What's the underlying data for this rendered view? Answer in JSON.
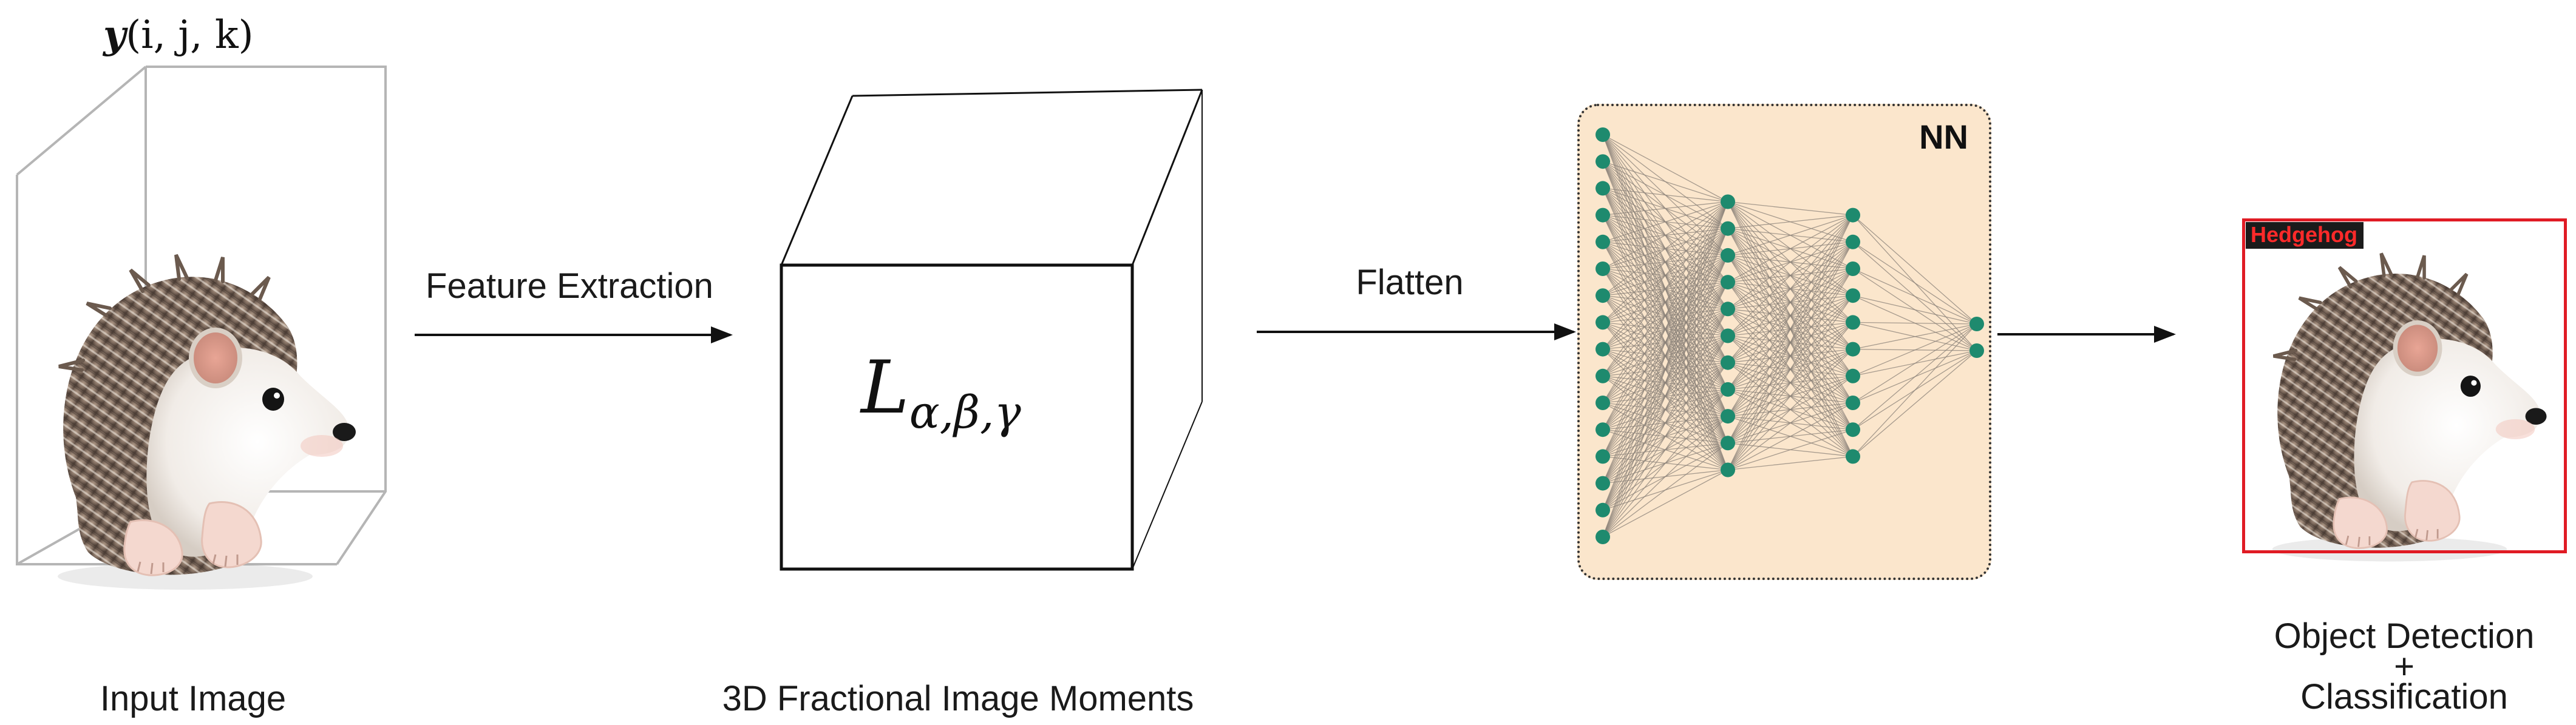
{
  "stages": {
    "input": {
      "label": "Input Image",
      "tensor_label_main": "y",
      "tensor_label_args": "(i, j, k)"
    },
    "feature_extraction": {
      "label": "Feature Extraction"
    },
    "moments": {
      "label": "3D Fractional Image Moments",
      "symbol_main": "L",
      "symbol_sub": "α,β,γ"
    },
    "flatten": {
      "label": "Flatten"
    },
    "network": {
      "title": "NN",
      "layer_sizes": [
        16,
        11,
        10,
        2
      ],
      "node_color": "#1e8a6e",
      "box_color": "#fbe6cc"
    },
    "output": {
      "label_line1": "Object Detection",
      "label_line2": "+",
      "label_line3": "Classification",
      "detection_tag": "Hedgehog",
      "box_color": "#e01b24"
    }
  }
}
